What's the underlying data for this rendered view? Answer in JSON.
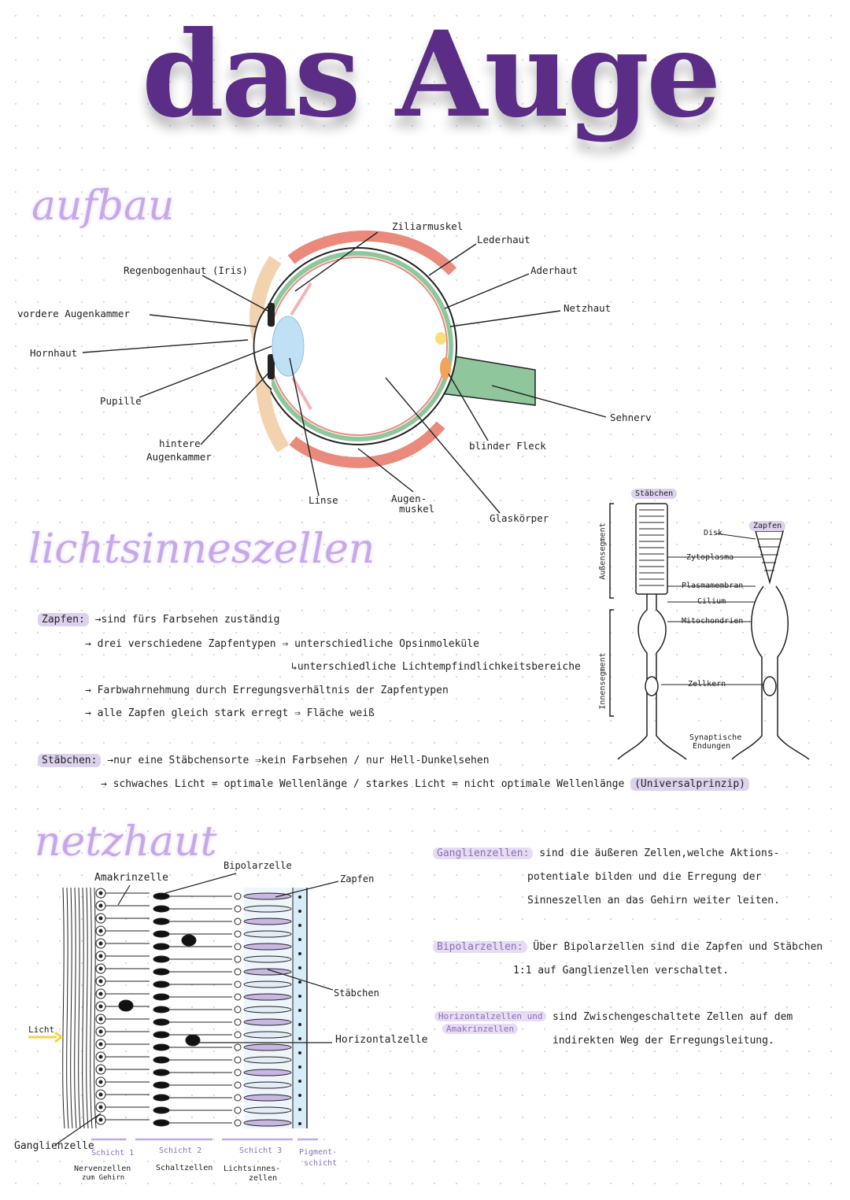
{
  "title": "das Auge",
  "sections": {
    "aufbau": "aufbau",
    "lichtsinneszellen": "lichtsinneszellen",
    "netzhaut": "netzhaut"
  },
  "eye_labels": {
    "iris": "Regenbogenhaut (Iris)",
    "ziliarmuskel": "Ziliarmuskel",
    "lederhaut": "Lederhaut",
    "aderhaut": "Aderhaut",
    "netzhaut": "Netzhaut",
    "vordere": "vordere Augenkammer",
    "hornhaut": "Hornhaut",
    "pupille": "Pupille",
    "hintere_1": "hintere",
    "hintere_2": "Augenkammer",
    "linse": "Linse",
    "augenmuskel_1": "Augen-",
    "augenmuskel_2": "muskel",
    "glaskoerper": "Glaskörper",
    "blinder_fleck": "blinder Fleck",
    "sehnerv": "Sehnerv"
  },
  "receptor_labels": {
    "staebchen": "Stäbchen",
    "zapfen": "Zapfen",
    "disk": "Disk",
    "zytoplasma": "Zytoplasma",
    "plasmamembran": "Plasmamembran",
    "cilium": "Cilium",
    "mitochondrien": "Mitochondrien",
    "zellkern": "Zellkern",
    "synaptische_1": "Synaptische",
    "synaptische_2": "Endungen",
    "aussensegment": "Außensegment",
    "innensegment": "Innensegment"
  },
  "zapfen_notes": {
    "label": "Zapfen:",
    "line1": "→sind fürs Farbsehen zuständig",
    "line2": "→ drei verschiedene Zapfentypen ⇒ unterschiedliche Opsinmoleküle",
    "line3": "↳unterschiedliche Lichtempfindlichkeitsbereiche",
    "line4": "→ Farbwahrnehmung durch Erregungsverhältnis der Zapfentypen",
    "line5": "→ alle Zapfen gleich stark erregt ⇒ Fläche weiß"
  },
  "staebchen_notes": {
    "label": "Stäbchen:",
    "line1": "→nur eine Stäbchensorte ⇒kein Farbsehen / nur Hell-Dunkelsehen",
    "line2": "→ schwaches Licht = optimale Wellenlänge / starkes Licht = nicht optimale Wellenlänge",
    "line2_tag": "(Universalprinzip)"
  },
  "retina_labels": {
    "amakrinzelle": "Amakrinzelle",
    "bipolarzelle": "Bipolarzelle",
    "zapfen": "Zapfen",
    "staebchen": "Stäbchen",
    "horizontalzelle": "Horizontalzelle",
    "licht": "Licht",
    "ganglienzelle": "Ganglienzelle",
    "schicht1": "Schicht 1",
    "schicht2": "Schicht 2",
    "schicht3": "Schicht 3",
    "pigment_1": "Pigment-",
    "pigment_2": "schicht",
    "nerven_1": "Nervenzellen",
    "nerven_2": "zum Gehirn",
    "schaltzellen": "Schaltzellen",
    "lichtsinnes_1": "Lichtsinnes-",
    "lichtsinnes_2": "zellen"
  },
  "retina_notes": {
    "ganglien_label": "Ganglienzellen:",
    "ganglien_1": "sind die äußeren Zellen,welche Aktions-",
    "ganglien_2": "potentiale bilden und die Erregung der",
    "ganglien_3": "Sinneszellen an das Gehirn weiter leiten.",
    "bipolar_label": "Bipolarzellen:",
    "bipolar_1": "Über Bipolarzellen sind die Zapfen und Stäbchen",
    "bipolar_2": "1:1 auf Ganglienzellen verschaltet.",
    "horizontal_label_1": "Horizontalzellen und",
    "horizontal_label_2": "Amakrinzellen",
    "horizontal_1": "sind Zwischengeschaltete Zellen auf dem",
    "horizontal_2": "indirekten Weg der Erregungsleitung."
  }
}
